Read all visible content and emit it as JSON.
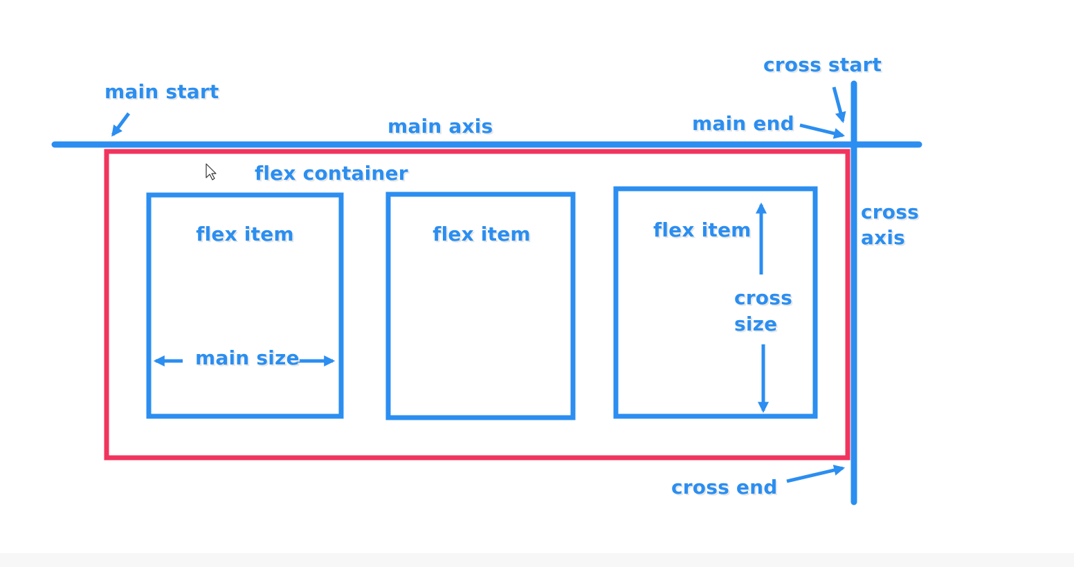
{
  "colors": {
    "axis": "#2b8ef0",
    "container": "#f0345e",
    "text": "#2b8ef0"
  },
  "labels": {
    "main_start": "main start",
    "main_axis": "main axis",
    "main_end": "main end",
    "cross_start": "cross start",
    "flex_container": "flex container",
    "cross_axis_line1": "cross",
    "cross_axis_line2": "axis",
    "cross_end": "cross end",
    "main_size": "main size",
    "cross_size_line1": "cross",
    "cross_size_line2": "size"
  },
  "items": [
    {
      "label": "flex item"
    },
    {
      "label": "flex item"
    },
    {
      "label": "flex item"
    }
  ],
  "icons": {
    "cursor": "mouse-pointer-icon"
  }
}
